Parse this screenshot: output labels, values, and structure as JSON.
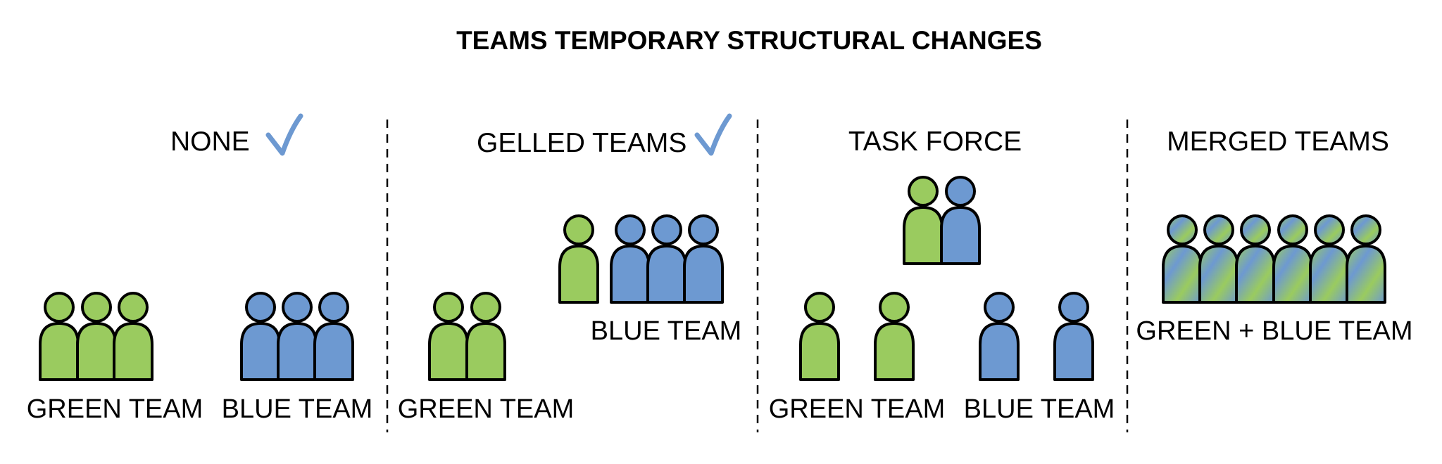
{
  "title": "TEAMS TEMPORARY STRUCTURAL CHANGES",
  "colors": {
    "green": "#9acb5f",
    "blue": "#6d99d1",
    "check": "#6d99d1",
    "merged_gradient": [
      "#9acb5f",
      "#6d99d1",
      "#9acb5f",
      "#6d99d1"
    ]
  },
  "icons": {
    "person": "person-icon",
    "check": "checkmark-icon"
  },
  "sections": [
    {
      "header": "NONE",
      "checked": true,
      "green_label": "GREEN TEAM",
      "blue_label": "BLUE TEAM"
    },
    {
      "header": "GELLED TEAMS",
      "checked": true,
      "green_label": "GREEN TEAM",
      "blue_label": "BLUE TEAM"
    },
    {
      "header": "TASK FORCE",
      "checked": false,
      "green_label": "GREEN TEAM",
      "blue_label": "BLUE TEAM"
    },
    {
      "header": "MERGED TEAMS",
      "checked": false,
      "merged_label": "GREEN + BLUE TEAM"
    }
  ]
}
